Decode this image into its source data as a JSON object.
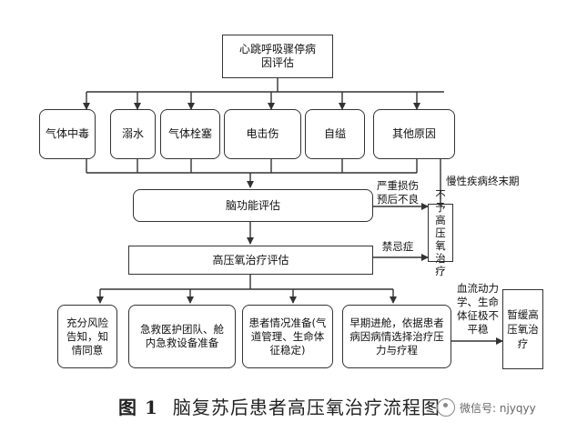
{
  "diagram": {
    "nodes": {
      "arrest_cause": "心跳呼吸骤停病因评估",
      "cause_gas_poisoning": "气体中毒",
      "cause_drowning": "溺水",
      "cause_gas_embolism": "气体栓塞",
      "cause_electric_injury": "电击伤",
      "cause_hanging": "自缢",
      "cause_other": "其他原因",
      "brain_eval": "脑功能评估",
      "hbo_eval": "高压氧治疗评估",
      "risk_notice": "充分风险告知，知情同意",
      "emergency_team": "急救医护团队、舱内急救设备准备",
      "patient_prep": "患者情况准备(气道管理、生命体征稳定)",
      "early_entry": "早期进舱，依据患者病因病情选择治疗压力与疗程",
      "no_hbo": "不予高压氧治疗",
      "pause_hbo": "暂缓高压氧治疗"
    },
    "edge_labels": {
      "chronic_end_stage": "慢性疾病终末期",
      "severe_damage": "严重损伤预后不良",
      "contraindication": "禁忌症",
      "unstable_hemodynamics": "血流动力学、生命体征极不平稳"
    }
  },
  "caption": {
    "figure_number": "图 1",
    "title": "脑复苏后患者高压氧治疗流程图"
  },
  "watermark": {
    "icon": "wechat-icon",
    "text": "微信号: njyqyy"
  },
  "colors": {
    "line": "#333333",
    "background": "#ffffff"
  }
}
